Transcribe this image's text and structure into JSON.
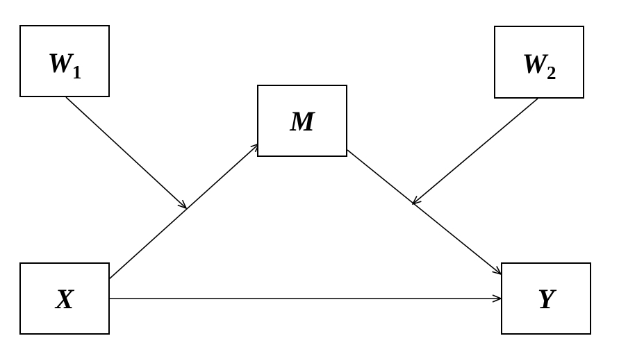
{
  "diagram": {
    "nodes": {
      "w1": {
        "label": "W",
        "subscript": "1"
      },
      "w2": {
        "label": "W",
        "subscript": "2"
      },
      "m": {
        "label": "M"
      },
      "x": {
        "label": "X"
      },
      "y": {
        "label": "Y"
      }
    },
    "edges": [
      {
        "from": "x",
        "to": "m"
      },
      {
        "from": "m",
        "to": "y"
      },
      {
        "from": "x",
        "to": "y"
      },
      {
        "from": "w1",
        "to": "x-m-path",
        "type": "moderation"
      },
      {
        "from": "w2",
        "to": "m-y-path",
        "type": "moderation"
      }
    ]
  }
}
